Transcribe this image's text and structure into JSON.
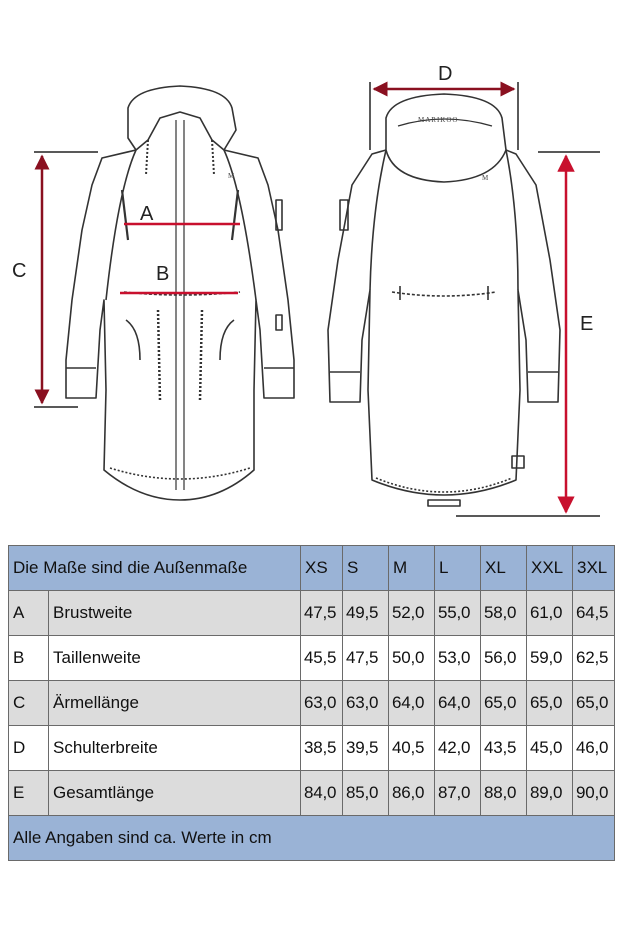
{
  "diagram": {
    "labels": {
      "a": "A",
      "b": "B",
      "c": "C",
      "d": "D",
      "e": "E"
    },
    "brand_tag": "MARIKOO",
    "badge_text": "M"
  },
  "table": {
    "header_label": "Die Maße sind die Außenmaße",
    "sizes": [
      "XS",
      "S",
      "M",
      "L",
      "XL",
      "XXL",
      "3XL"
    ],
    "rows": [
      {
        "code": "A",
        "name": "Brustweite",
        "values": [
          "47,5",
          "49,5",
          "52,0",
          "55,0",
          "58,0",
          "61,0",
          "64,5"
        ]
      },
      {
        "code": "B",
        "name": "Taillenweite",
        "values": [
          "45,5",
          "47,5",
          "50,0",
          "53,0",
          "56,0",
          "59,0",
          "62,5"
        ]
      },
      {
        "code": "C",
        "name": "Ärmellänge",
        "values": [
          "63,0",
          "63,0",
          "64,0",
          "64,0",
          "65,0",
          "65,0",
          "65,0"
        ]
      },
      {
        "code": "D",
        "name": "Schulterbreite",
        "values": [
          "38,5",
          "39,5",
          "40,5",
          "42,0",
          "43,5",
          "45,0",
          "46,0"
        ]
      },
      {
        "code": "E",
        "name": "Gesamtlänge",
        "values": [
          "84,0",
          "85,0",
          "86,0",
          "87,0",
          "88,0",
          "89,0",
          "90,0"
        ]
      }
    ],
    "footer": "Alle Angaben sind ca. Werte in cm"
  },
  "colors": {
    "accent": "#c8102e",
    "header_bg": "#9ab3d6",
    "row_gray": "#dcdcdc"
  }
}
